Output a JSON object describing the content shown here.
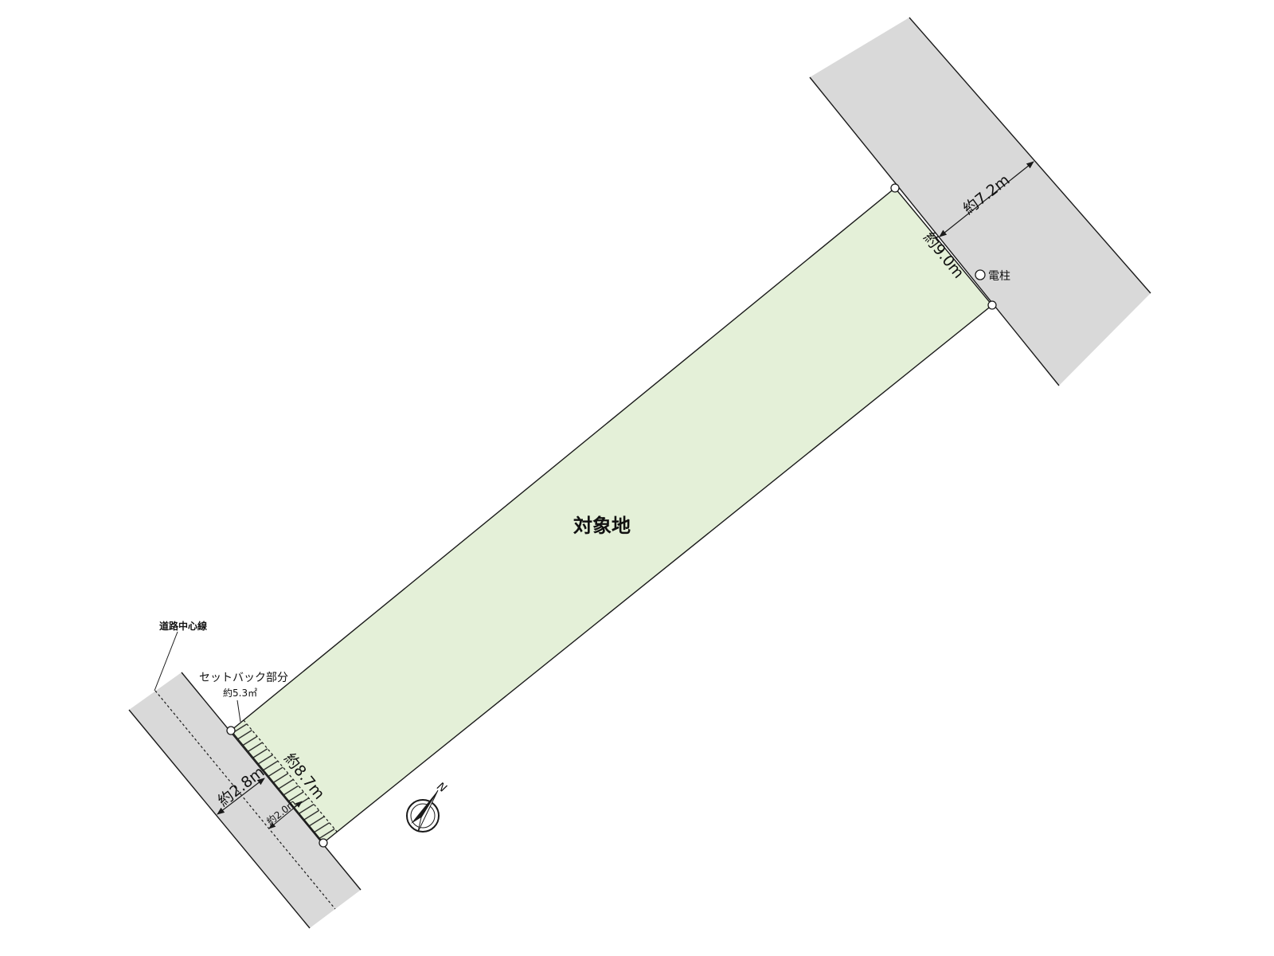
{
  "colors": {
    "site_fill": "#e4f0d8",
    "road_fill": "#d9d9d9",
    "line": "#1a1a1a",
    "hatch": "#1a1a1a"
  },
  "site": {
    "label": "対象地"
  },
  "setback": {
    "title": "セットバック部分",
    "area": "約5.3㎡"
  },
  "road_center_line": {
    "label": "道路中心線"
  },
  "utility_pole": {
    "label": "電柱"
  },
  "dimensions": {
    "front_road_width": "約7.2m",
    "rear_frontage": "約9.0m",
    "front_frontage": "約8.7m",
    "side_road_width": "約2.8m",
    "setback_distance": "約2.0m"
  },
  "compass": {
    "north_label": "N"
  }
}
